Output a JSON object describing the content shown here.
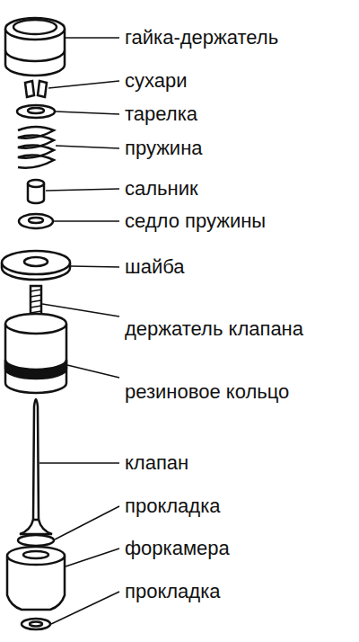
{
  "diagram": {
    "labels": [
      "гайка-держатель",
      "сухари",
      "тарелка",
      "пружина",
      "сальник",
      "седло пружины",
      "шайба",
      "держатель клапана",
      "резиновое кольцо",
      "клапан",
      "прокладка",
      "форкамера",
      "прокладка"
    ]
  }
}
